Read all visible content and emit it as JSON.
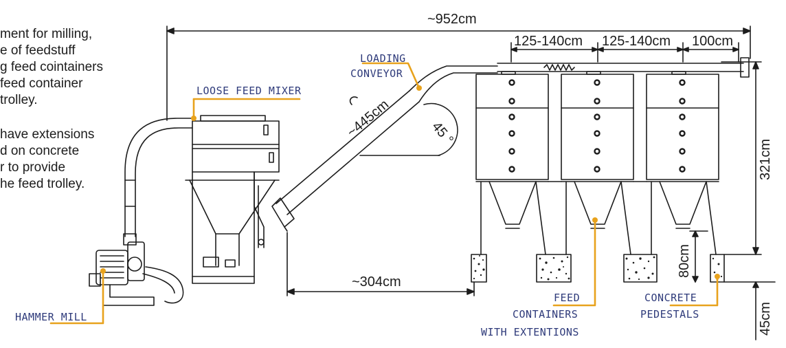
{
  "description": {
    "paragraph1": [
      "ment for milling,",
      "e of feedstuff",
      "g feed cointainers",
      " feed container",
      "trolley."
    ],
    "paragraph2": [
      "have extensions",
      "d on concrete",
      "r to provide",
      "he feed trolley."
    ]
  },
  "labels": {
    "loose_feed_mixer": "LOOSE FEED MIXER",
    "loading_conveyor": [
      "LOADING",
      "CONVEYOR"
    ],
    "hammer_mill": "HAMMER MILL",
    "feed_containers": [
      "FEED",
      "CONTAINERS",
      "WITH EXTENTIONS"
    ],
    "concrete_pedestals": [
      "CONCRETE",
      "PEDESTALS"
    ]
  },
  "dimensions": {
    "total_length": "~952cm",
    "spacing_1": "125-140cm",
    "spacing_2": "125-140cm",
    "spacing_3": "100cm",
    "conveyor_length": "~445cm",
    "conveyor_angle": "45 °",
    "height_total": "321cm",
    "mixer_to_container": "~304cm",
    "pedestal_height": "80cm",
    "ground_height": "45cm"
  },
  "colors": {
    "line": "#1c1c1c",
    "leader": "#e8a21c",
    "label_text": "#2e3a7a",
    "background": "#ffffff"
  }
}
